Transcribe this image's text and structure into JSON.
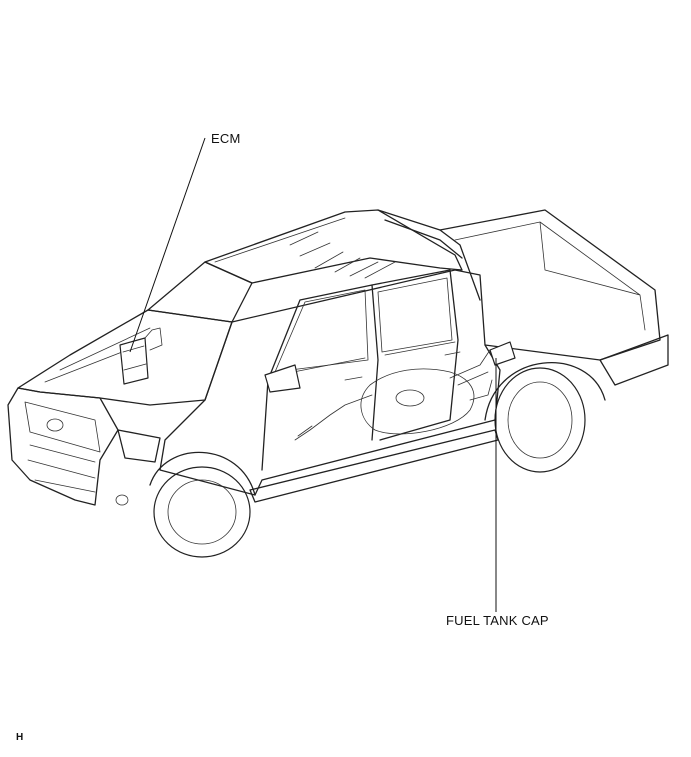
{
  "labels": {
    "ecm": "ECM",
    "fuel_tank_cap": "FUEL TANK CAP"
  },
  "corner_code": "H"
}
